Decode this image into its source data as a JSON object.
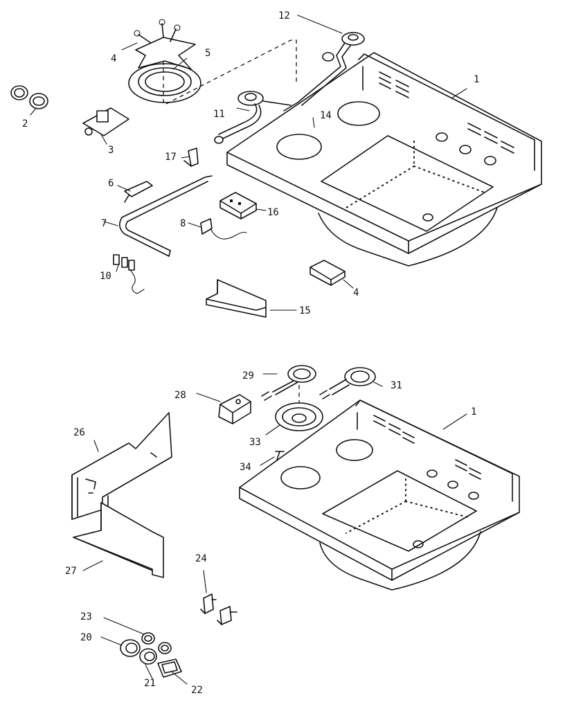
{
  "diagram": {
    "callouts_top": [
      "1",
      "2",
      "3",
      "4",
      "5",
      "6",
      "7",
      "8",
      "10",
      "11",
      "12",
      "14",
      "15",
      "16",
      "17",
      "4"
    ],
    "callouts_bottom": [
      "1",
      "20",
      "21",
      "22",
      "23",
      "24",
      "26",
      "27",
      "28",
      "29",
      "31",
      "33",
      "34"
    ]
  }
}
